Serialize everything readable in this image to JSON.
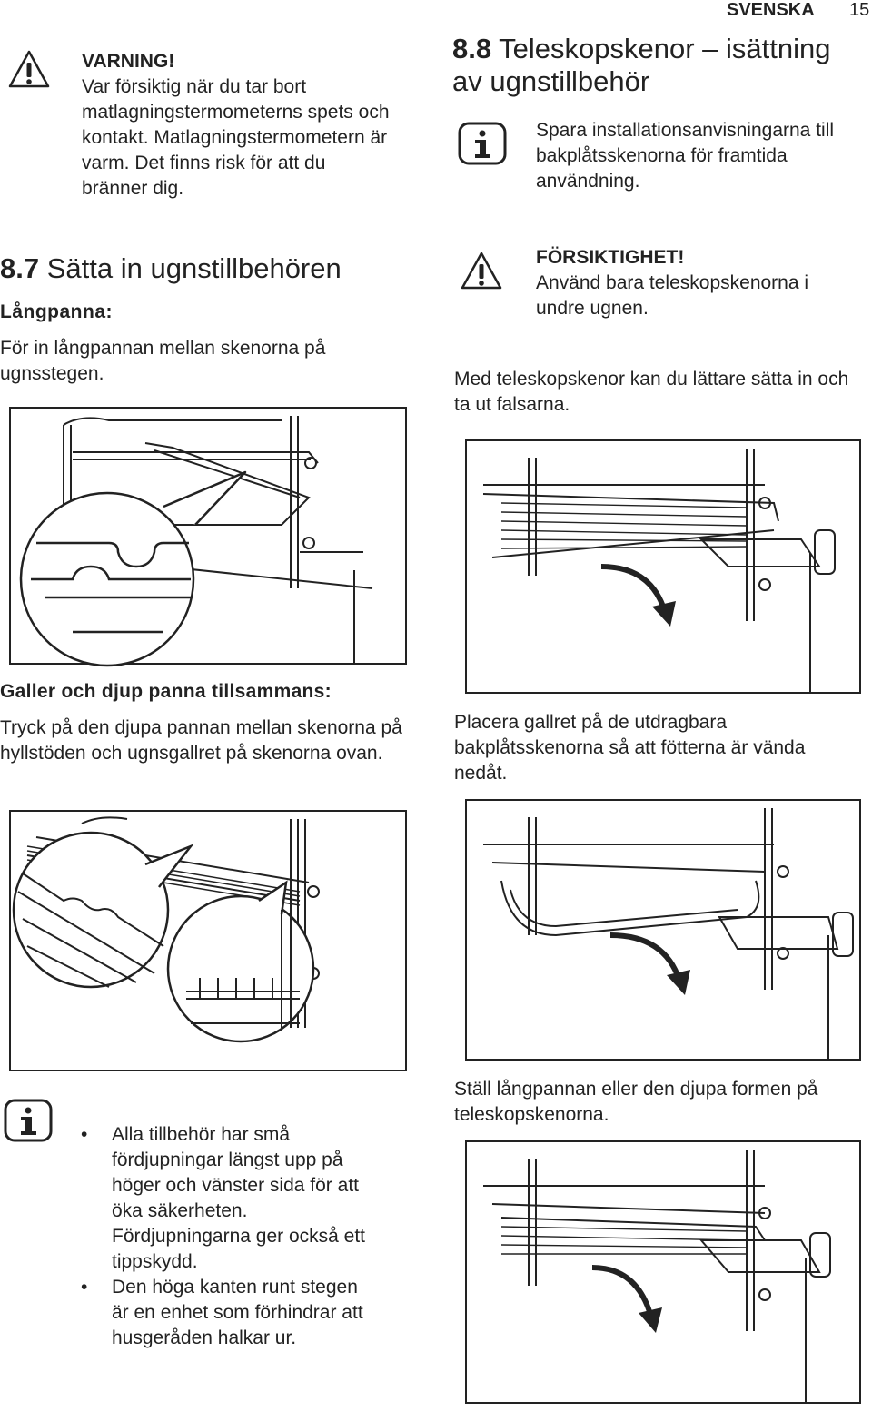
{
  "header": {
    "language": "SVENSKA",
    "page_number": "15"
  },
  "warning_probe": {
    "title": "VARNING!",
    "text": "Var försiktig när du tar bort matlagningstermometerns spets och kontakt. Matlagningstermometern är varm. Det finns risk för att du bränner dig."
  },
  "section_87": {
    "number": "8.7",
    "title": "Sätta in ugnstillbehören",
    "langpanna_label": "Långpanna:",
    "langpanna_text": "För in långpannan mellan skenorna på ugnsstegen.",
    "galler_label": "Galler och djup panna tillsammans:",
    "galler_text": "Tryck på den djupa pannan mellan skenorna på hyllstöden och ugnsgallret på skenorna ovan."
  },
  "section_88": {
    "number": "8.8",
    "title_line1": "Teleskopskenor – isättning",
    "title_line2": "av ugnstillbehör",
    "info_text": "Spara installationsanvisningarna till bakplåtsskenorna för framtida användning.",
    "caution_title": "FÖRSIKTIGHET!",
    "caution_text": "Använd bara teleskopskenorna i undre ugnen.",
    "intro_text": "Med teleskopskenor kan du lättare sätta in och ta ut falsarna.",
    "step1_text": "Placera gallret på de utdragbara bakplåtsskenorna så att fötterna är vända nedåt.",
    "step2_text": "Ställ långpannan eller den djupa formen på teleskopskenorna."
  },
  "notes": {
    "items": [
      "Alla tillbehör har små fördjupningar längst upp på höger och vänster sida för att öka säkerheten. Fördjupningarna ger också ett tippskydd.",
      "Den höga kanten runt stegen är en enhet som förhindrar att husgeråden halkar ur."
    ]
  }
}
